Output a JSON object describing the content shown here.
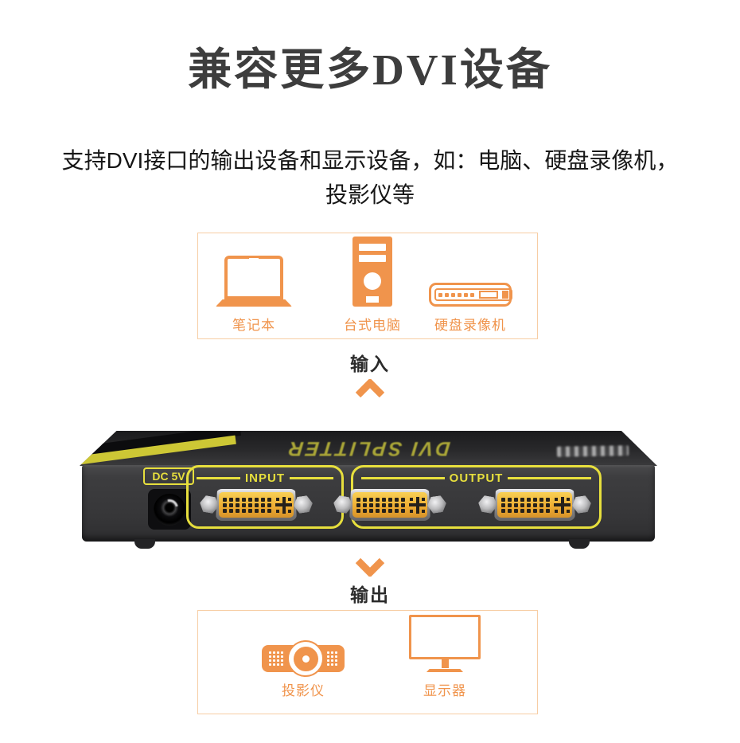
{
  "title": "兼容更多DVI设备",
  "subtitle": {
    "line1": "支持DVI接口的输出设备和显示设备，如：电脑、硬盘录像机，",
    "line2": "投影仪等"
  },
  "flow": {
    "input": "输入",
    "output": "输出"
  },
  "source_box": {
    "items": [
      {
        "icon": "laptop-icon",
        "label": "笔记本"
      },
      {
        "icon": "desktop-pc-icon",
        "label": "台式电脑"
      },
      {
        "icon": "dvr-icon",
        "label": "硬盘录像机"
      }
    ]
  },
  "output_box": {
    "items": [
      {
        "icon": "projector-icon",
        "label": "投影仪"
      },
      {
        "icon": "monitor-icon",
        "label": "显示器"
      }
    ]
  },
  "device": {
    "brand_text": "DVI SPLITTER",
    "dc_label": "DC 5V",
    "input_label": "INPUT",
    "output_label": "OUTPUT"
  },
  "colors": {
    "accent_orange": "#f0944c",
    "box_border_orange": "#f7cda4",
    "device_yellow": "#e7df3d",
    "connector_gold": "#f0b53c",
    "device_body": "#38383a",
    "title_color": "#3d3d3d",
    "text_color": "#161616"
  }
}
